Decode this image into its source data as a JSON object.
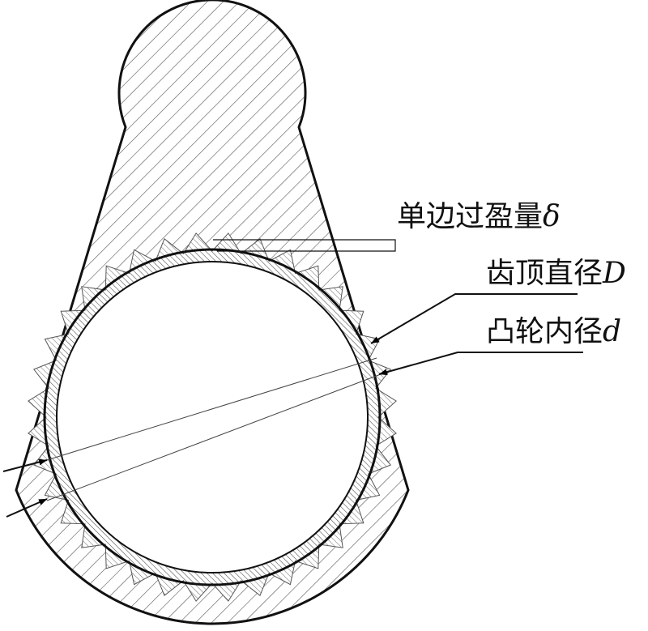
{
  "labels": {
    "interference": {
      "text": "单边过盈量",
      "symbol": "δ"
    },
    "tip_diameter": {
      "text": "齿顶直径",
      "symbol": "D"
    },
    "cam_bore": {
      "text": "凸轮内径",
      "symbol": "d"
    }
  },
  "colors": {
    "line": "#111111",
    "hatch": "#555555",
    "background": "#ffffff"
  },
  "gear": {
    "teeth": 36
  }
}
